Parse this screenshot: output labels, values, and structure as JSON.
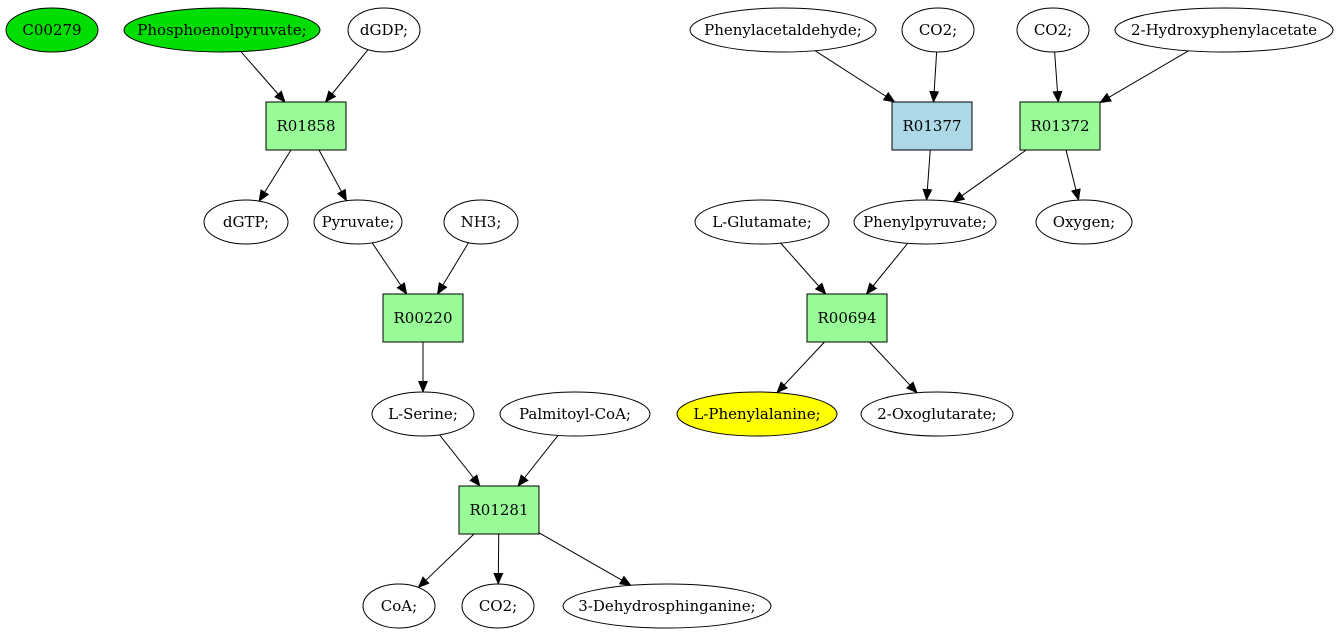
{
  "colors": {
    "reaction_default": "#98fb98",
    "reaction_highlight": "#add8e6",
    "compound_default": "#ffffff",
    "compound_source": "#00dd00",
    "compound_target": "#ffff00",
    "stroke": "#000000"
  },
  "nodes": [
    {
      "id": "c00279",
      "kind": "compound",
      "label": "C00279",
      "fill": "compound_source"
    },
    {
      "id": "pep",
      "kind": "compound",
      "label": "Phosphoenolpyruvate;",
      "fill": "compound_source"
    },
    {
      "id": "dgdp",
      "kind": "compound",
      "label": "dGDP;"
    },
    {
      "id": "r01858",
      "kind": "reaction",
      "label": "R01858"
    },
    {
      "id": "dgtp",
      "kind": "compound",
      "label": "dGTP;"
    },
    {
      "id": "pyruvate",
      "kind": "compound",
      "label": "Pyruvate;"
    },
    {
      "id": "nh3",
      "kind": "compound",
      "label": "NH3;"
    },
    {
      "id": "r00220",
      "kind": "reaction",
      "label": "R00220"
    },
    {
      "id": "lserine",
      "kind": "compound",
      "label": "L-Serine;"
    },
    {
      "id": "palmitoyl",
      "kind": "compound",
      "label": "Palmitoyl-CoA;"
    },
    {
      "id": "r01281",
      "kind": "reaction",
      "label": "R01281"
    },
    {
      "id": "coa",
      "kind": "compound",
      "label": "CoA;"
    },
    {
      "id": "co2a",
      "kind": "compound",
      "label": "CO2;"
    },
    {
      "id": "dehydro",
      "kind": "compound",
      "label": "3-Dehydrosphinganine;"
    },
    {
      "id": "phenylacet",
      "kind": "compound",
      "label": "Phenylacetaldehyde;"
    },
    {
      "id": "co2b",
      "kind": "compound",
      "label": "CO2;"
    },
    {
      "id": "co2c",
      "kind": "compound",
      "label": "CO2;"
    },
    {
      "id": "hydroxy",
      "kind": "compound",
      "label": "2-Hydroxyphenylacetate"
    },
    {
      "id": "r01377",
      "kind": "reaction",
      "label": "R01377",
      "fill": "reaction_highlight"
    },
    {
      "id": "r01372",
      "kind": "reaction",
      "label": "R01372"
    },
    {
      "id": "lglutamate",
      "kind": "compound",
      "label": "L-Glutamate;"
    },
    {
      "id": "phenylpyr",
      "kind": "compound",
      "label": "Phenylpyruvate;"
    },
    {
      "id": "oxygen",
      "kind": "compound",
      "label": "Oxygen;"
    },
    {
      "id": "r00694",
      "kind": "reaction",
      "label": "R00694"
    },
    {
      "id": "lphe",
      "kind": "compound",
      "label": "L-Phenylalanine;",
      "fill": "compound_target"
    },
    {
      "id": "oxoglut",
      "kind": "compound",
      "label": "2-Oxoglutarate;"
    }
  ],
  "edges": [
    {
      "from": "pep",
      "to": "r01858"
    },
    {
      "from": "dgdp",
      "to": "r01858"
    },
    {
      "from": "r01858",
      "to": "dgtp"
    },
    {
      "from": "r01858",
      "to": "pyruvate"
    },
    {
      "from": "pyruvate",
      "to": "r00220"
    },
    {
      "from": "nh3",
      "to": "r00220"
    },
    {
      "from": "r00220",
      "to": "lserine"
    },
    {
      "from": "lserine",
      "to": "r01281"
    },
    {
      "from": "palmitoyl",
      "to": "r01281"
    },
    {
      "from": "r01281",
      "to": "coa"
    },
    {
      "from": "r01281",
      "to": "co2a"
    },
    {
      "from": "r01281",
      "to": "dehydro"
    },
    {
      "from": "phenylacet",
      "to": "r01377"
    },
    {
      "from": "co2b",
      "to": "r01377"
    },
    {
      "from": "co2c",
      "to": "r01372"
    },
    {
      "from": "hydroxy",
      "to": "r01372"
    },
    {
      "from": "r01377",
      "to": "phenylpyr"
    },
    {
      "from": "r01372",
      "to": "phenylpyr"
    },
    {
      "from": "r01372",
      "to": "oxygen"
    },
    {
      "from": "lglutamate",
      "to": "r00694"
    },
    {
      "from": "phenylpyr",
      "to": "r00694"
    },
    {
      "from": "r00694",
      "to": "lphe"
    },
    {
      "from": "r00694",
      "to": "oxoglut"
    }
  ]
}
